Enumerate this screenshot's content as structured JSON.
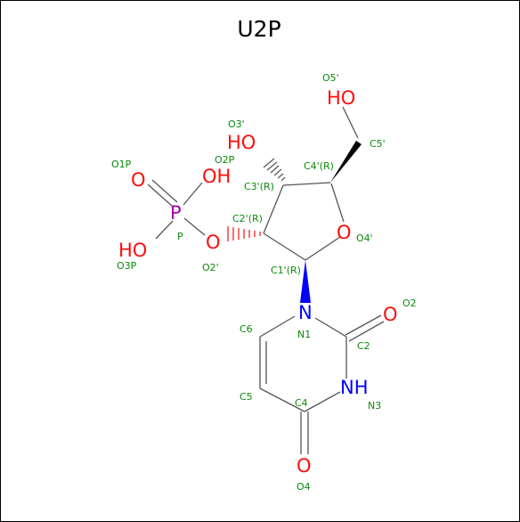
{
  "title": "U2P",
  "colors": {
    "oxygen": "#ff0d0d",
    "nitrogen": "#0000ff",
    "phosphorus": "#aa00aa",
    "label": "#0a8a0a",
    "bond": "#555555"
  },
  "atoms": {
    "o5_sym": "HO",
    "o3_sym": "HO",
    "o1p_sym": "O",
    "o2p_sym": "OH",
    "p_sym": "P",
    "o3p_sym": "HO",
    "o2_ring_sym": "O",
    "o4_ring_sym": "O",
    "n1_sym": "N",
    "o2_sym": "O",
    "n3_sym": "NH",
    "o4_sym": "O"
  },
  "labels": {
    "o5": "O5'",
    "c5": "C5'",
    "o3": "O3'",
    "o2p": "O2P",
    "o1p": "O1P",
    "c4": "C4'(R)",
    "c3": "C3'(R)",
    "c2": "C2'(R)",
    "p": "P",
    "o3p": "O3P",
    "o2": "O2'",
    "o4r": "O4'",
    "c1": "C1'(R)",
    "o2b": "O2",
    "c6": "C6",
    "n1": "N1",
    "c2b": "C2",
    "nh": "N3",
    "c5b": "C5",
    "c4b": "C4",
    "o4b": "O4"
  }
}
